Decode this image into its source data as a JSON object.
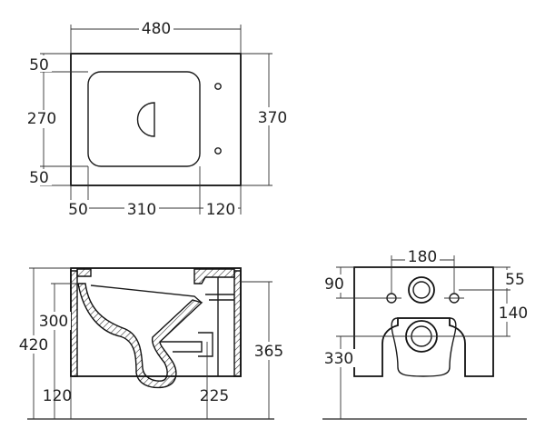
{
  "top_view": {
    "width_label": "480",
    "depth_label": "370",
    "margin_top_label": "50",
    "bowl_depth_label": "270",
    "margin_bottom_label": "50",
    "left_margin_label": "50",
    "bowl_width_label": "310",
    "rear_margin_label": "120"
  },
  "side_view": {
    "height_label": "420",
    "rim_height_label": "300",
    "outlet_height_label": "365",
    "base_offset_label": "120",
    "outlet_offset_label": "225"
  },
  "rear_view": {
    "bolt_spacing_label": "180",
    "bolt_height_label": "90",
    "inlet_offset_label": "55",
    "outlet_center_label": "140",
    "outlet_height_label": "330"
  }
}
